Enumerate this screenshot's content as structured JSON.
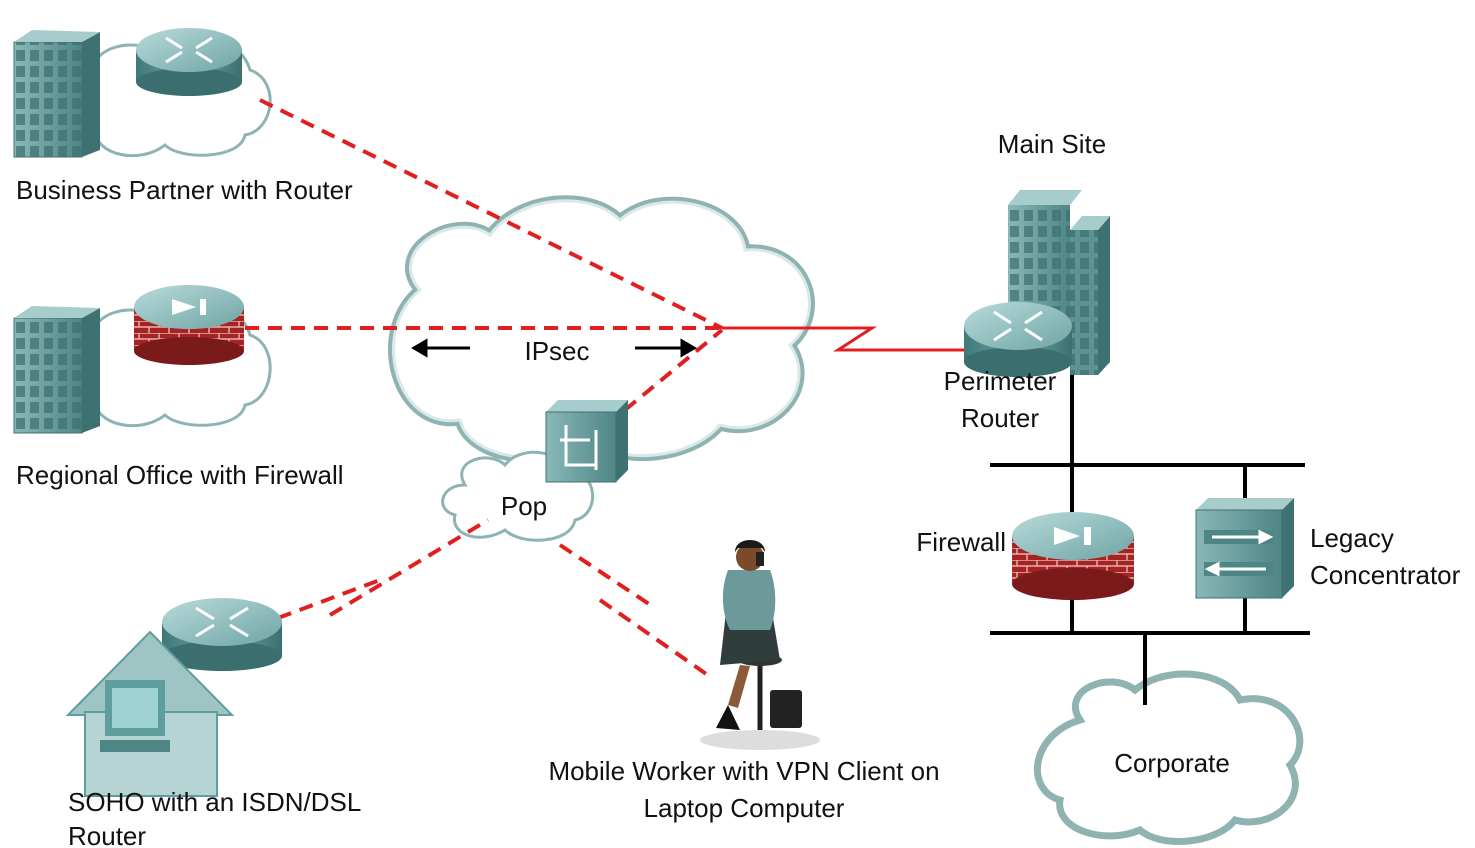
{
  "labels": {
    "business_partner": "Business Partner with Router",
    "regional_office": "Regional Office with Firewall",
    "soho_line1": "SOHO with an ISDN/DSL",
    "soho_line2": "Router",
    "mobile_line1": "Mobile Worker with VPN Client on",
    "mobile_line2": "Laptop Computer",
    "ipsec": "IPsec",
    "pop": "Pop",
    "main_site": "Main Site",
    "perimeter_line1": "Perimeter",
    "perimeter_line2": "Router",
    "firewall": "Firewall",
    "legacy_line1": "Legacy",
    "legacy_line2": "Concentrator",
    "corporate": "Corporate"
  },
  "icons": {
    "router": "router-icon",
    "firewall": "firewall-icon",
    "building": "office-building-icon",
    "pop_device": "pop-switch-icon",
    "concentrator": "vpn-concentrator-icon",
    "house": "soho-house-icon",
    "person": "mobile-worker-icon"
  },
  "colors": {
    "vpn_tunnel": "#e02020",
    "cloud_stroke": "#8fb3b3",
    "device_teal": "#5f9e9e",
    "firewall_red": "#b52a2a",
    "lan_line": "#000000"
  }
}
